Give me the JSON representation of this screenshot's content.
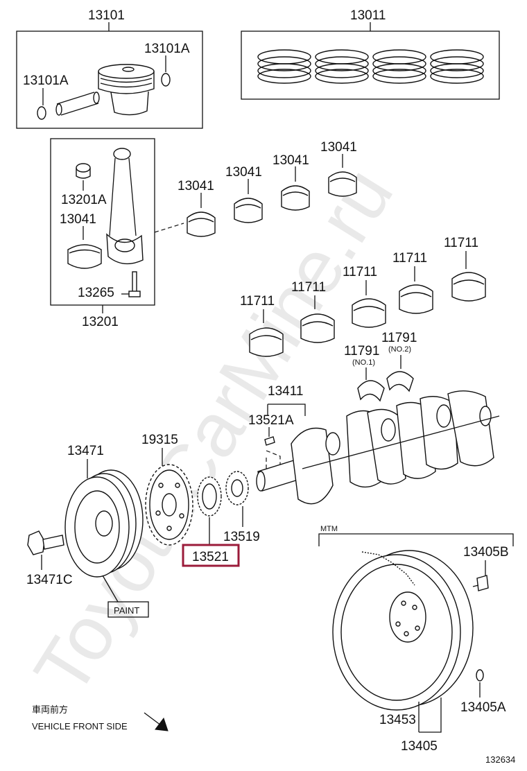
{
  "watermark": "ToyotaCarMine.ru",
  "figure_number": "132634",
  "direction_note": {
    "japanese": "車両前方",
    "english": "VEHICLE FRONT SIDE"
  },
  "labels": {
    "piston": "13101",
    "piston_ring_set": "13011",
    "snap_ring_right": "13101A",
    "snap_ring_left": "13101A",
    "con_rod_assembly": "13201",
    "con_rod_bushing": "13201A",
    "con_rod_bearing_box": "13041",
    "con_rod_bolt": "13265",
    "con_rod_bearing_1": "13041",
    "con_rod_bearing_2": "13041",
    "con_rod_bearing_3": "13041",
    "con_rod_bearing_4": "13041",
    "main_bearing_1": "11711",
    "main_bearing_2": "11711",
    "main_bearing_3": "11711",
    "main_bearing_4": "11711",
    "main_bearing_5": "11711",
    "thrust_washer_1": "11791",
    "thrust_washer_1_note": "(NO.1)",
    "thrust_washer_2": "11791",
    "thrust_washer_2_note": "(NO.2)",
    "crankshaft": "13411",
    "crankshaft_key": "13521A",
    "crankshaft_pulley": "13471",
    "pulley_bolt": "13471C",
    "paint_note": "PAINT",
    "sensor_plate": "19315",
    "timing_gear_highlighted": "13521",
    "timing_sprocket": "13519",
    "mtm_note": "MTM",
    "flywheel_bolt": "13405B",
    "flywheel_pin": "13405A",
    "ring_gear": "13453",
    "flywheel_assembly": "13405"
  },
  "highlight": {
    "part": "13521",
    "color": "#9b1b3a"
  }
}
